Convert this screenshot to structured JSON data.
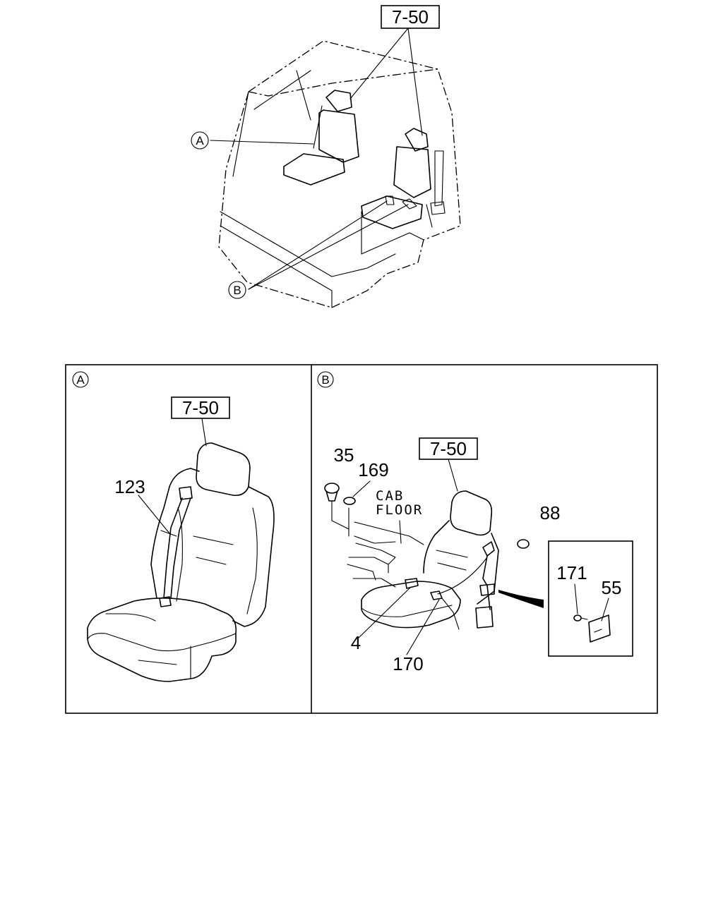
{
  "overview": {
    "ref_box": "7-50",
    "callout_a": "A",
    "callout_b": "B"
  },
  "panel_a": {
    "label": "A",
    "ref_box": "7-50",
    "parts": [
      "123"
    ]
  },
  "panel_b": {
    "label": "B",
    "ref_box": "7-50",
    "note_line1": "CAB",
    "note_line2": "FLOOR",
    "parts": [
      "35",
      "169",
      "88",
      "171",
      "55",
      "4",
      "170"
    ]
  }
}
